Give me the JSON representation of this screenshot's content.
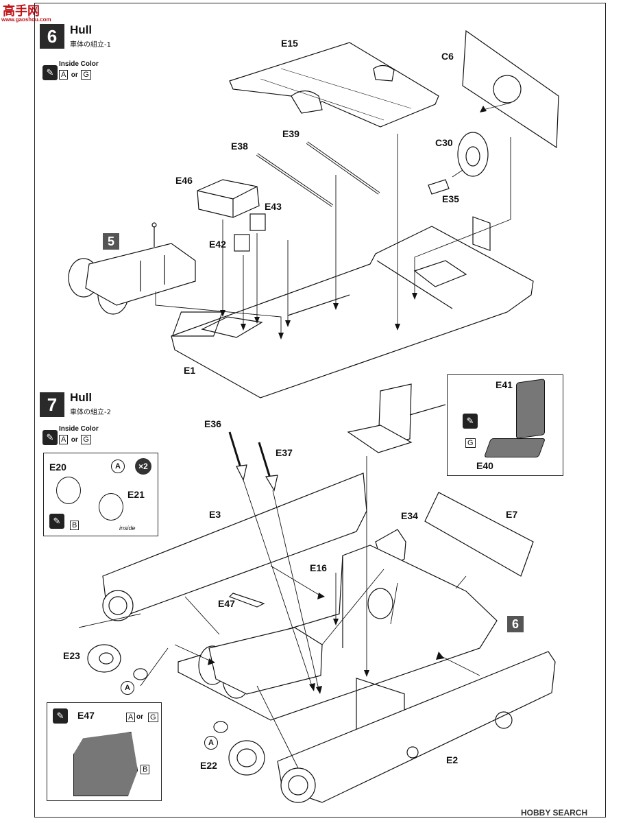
{
  "watermark_top": {
    "logo": "高手网",
    "url": "www.gaoshou.com"
  },
  "watermark_bottom": "HOBBY SEARCH",
  "colors": {
    "ink": "#111111",
    "dark_box": "#2a2a2a",
    "ref_box": "#555555",
    "seat": "#777777",
    "watermark_red": "#c0141a"
  },
  "step6": {
    "number": "6",
    "title": "Hull",
    "subtitle": "車体の組立-1",
    "paint_label": "Inside Color",
    "color_a": "A",
    "or": "or",
    "color_g": "G",
    "ref_step": "5",
    "parts": {
      "e15": "E15",
      "c6": "C6",
      "e39": "E39",
      "e38": "E38",
      "c30": "C30",
      "e46": "E46",
      "e43": "E43",
      "e35": "E35",
      "e42": "E42",
      "e1": "E1"
    }
  },
  "step7": {
    "number": "7",
    "title": "Hull",
    "subtitle": "車体の組立-2",
    "paint_label": "Inside Color",
    "color_a": "A",
    "or": "or",
    "color_g": "G",
    "ref_step": "6",
    "parts": {
      "e36": "E36",
      "e37": "E37",
      "e41": "E41",
      "e40": "E40",
      "e3": "E3",
      "e34": "E34",
      "e7": "E7",
      "e16": "E16",
      "e47": "E47",
      "e23": "E23",
      "e22": "E22",
      "e2": "E2"
    },
    "wheel_inset": {
      "e20": "E20",
      "e21": "E21",
      "marker": "A",
      "count": "×2",
      "color_b": "B",
      "inside": "inside"
    },
    "seat_inset": {
      "color_g": "G"
    },
    "e47_inset": {
      "label": "E47",
      "color_a": "A",
      "or": "or",
      "color_g": "G",
      "color_b": "B"
    },
    "marker_a": "A"
  },
  "icons": [
    "brush-icon",
    "arrow-icon"
  ]
}
